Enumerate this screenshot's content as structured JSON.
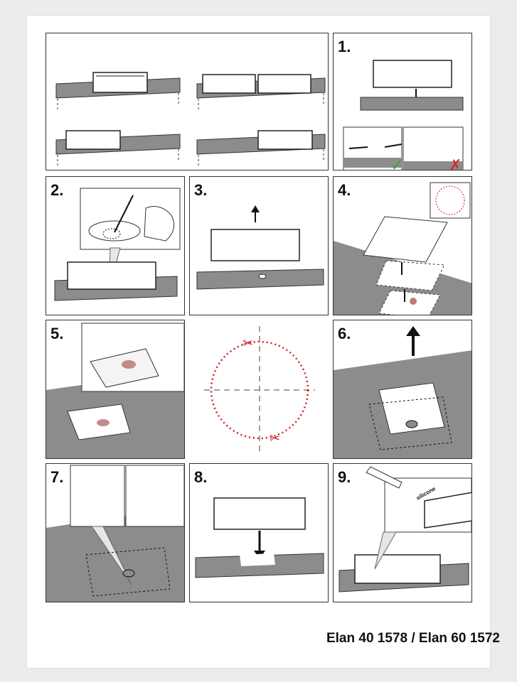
{
  "steps": {
    "s1": "1.",
    "s2": "2.",
    "s3": "3.",
    "s4": "4.",
    "s5": "5.",
    "s6": "6.",
    "s7": "7.",
    "s8": "8.",
    "s9": "9."
  },
  "labels": {
    "silicone": "silicone",
    "check": "✓",
    "cross": "✗"
  },
  "footer": {
    "model": "Elan 40 1578 / Elan 60 1572"
  },
  "colors": {
    "countertop": "#8c8c8c",
    "cut_guide": "#cc1f1f",
    "ok": "#2fa836",
    "wrong": "#d62b2b"
  }
}
